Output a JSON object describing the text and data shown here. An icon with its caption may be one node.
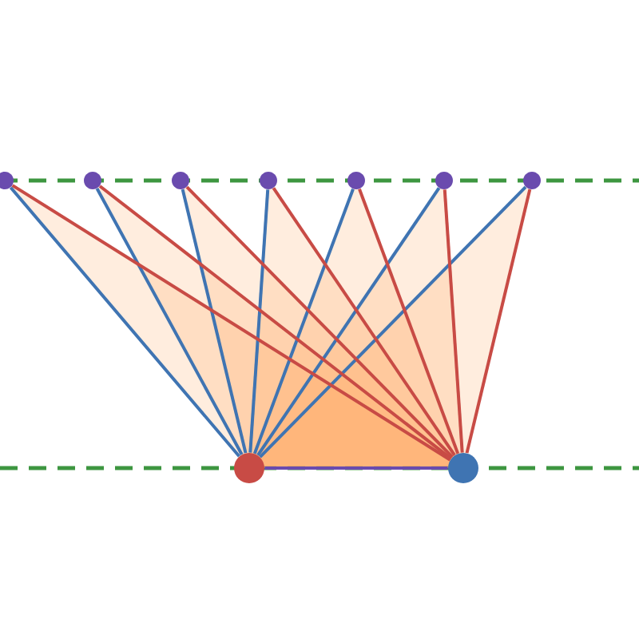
{
  "diagram": {
    "nodes": [
      {
        "text": [],
        "shape": "circle"
      },
      {
        "text": [],
        "shape": "circle"
      },
      {
        "text": [],
        "shape": "circle"
      },
      {
        "text": [],
        "shape": "circle"
      },
      {
        "text": [],
        "shape": "circle"
      },
      {
        "text": [],
        "shape": "circle"
      },
      {
        "text": [],
        "shape": "circle"
      },
      {
        "text": [],
        "shape": "circle"
      },
      {
        "text": [],
        "shape": "circle"
      }
    ],
    "edges": [
      {
        "from": 7,
        "to": 0,
        "arrow": "none",
        "color": "#3f74b2"
      },
      {
        "from": 7,
        "to": 1,
        "arrow": "none",
        "color": "#3f74b2"
      },
      {
        "from": 7,
        "to": 2,
        "arrow": "none",
        "color": "#3f74b2"
      },
      {
        "from": 7,
        "to": 3,
        "arrow": "none",
        "color": "#3f74b2"
      },
      {
        "from": 7,
        "to": 4,
        "arrow": "none",
        "color": "#3f74b2"
      },
      {
        "from": 7,
        "to": 5,
        "arrow": "none",
        "color": "#3f74b2"
      },
      {
        "from": 7,
        "to": 6,
        "arrow": "none",
        "color": "#3f74b2"
      },
      {
        "from": 8,
        "to": 0,
        "arrow": "none",
        "color": "#c84b45"
      },
      {
        "from": 8,
        "to": 1,
        "arrow": "none",
        "color": "#c84b45"
      },
      {
        "from": 8,
        "to": 2,
        "arrow": "none",
        "color": "#c84b45"
      },
      {
        "from": 8,
        "to": 3,
        "arrow": "none",
        "color": "#c84b45"
      },
      {
        "from": 8,
        "to": 4,
        "arrow": "none",
        "color": "#c84b45"
      },
      {
        "from": 8,
        "to": 5,
        "arrow": "none",
        "color": "#c84b45"
      },
      {
        "from": 8,
        "to": 6,
        "arrow": "none",
        "color": "#c84b45"
      },
      {
        "from": 7,
        "to": 8,
        "arrow": "none",
        "color": "#6a4bae"
      }
    ]
  }
}
